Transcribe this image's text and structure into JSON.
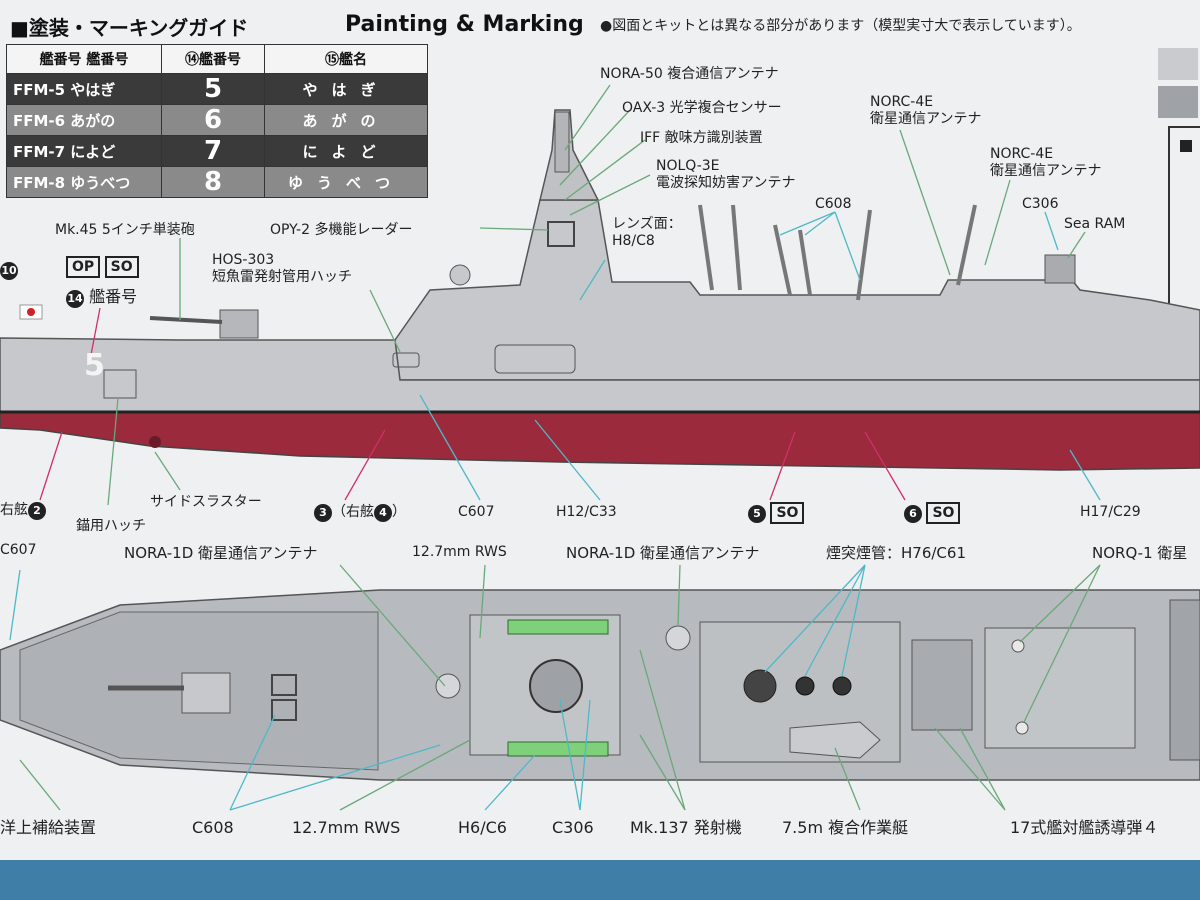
{
  "header": {
    "title_jp": "■塗装・マーキングガイド",
    "title_en": "Painting & Marking",
    "note": "●図面とキットとは異なる部分があります（模型実寸大で表示しています）。"
  },
  "table": {
    "headers": [
      "艦番号 艦番号",
      "⑭艦番号",
      "⑮艦名"
    ],
    "rows": [
      {
        "code": "FFM-5 やはぎ",
        "number": "5",
        "name": "やはぎ"
      },
      {
        "code": "FFM-6 あがの",
        "number": "6",
        "name": "あがの"
      },
      {
        "code": "FFM-7 によど",
        "number": "7",
        "name": "によど"
      },
      {
        "code": "FFM-8 ゆうべつ",
        "number": "8",
        "name": "ゆうべつ"
      }
    ]
  },
  "side_labels": {
    "mk45": "Mk.45 5インチ単装砲",
    "badge10": "10",
    "op_badge": "OP",
    "so": "SO",
    "badge14_text": "艦番号",
    "badge14_num": "14",
    "hos303": "HOS-303\n短魚雷発射管用ハッチ",
    "opy2": "OPY-2 多機能レーダー",
    "nora50": "NORA-50 複合通信アンテナ",
    "oax3": "OAX-3 光学複合センサー",
    "iff": "IFF 敵味方識別装置",
    "nolq3e": "NOLQ-3E\n電波探知妨害アンテナ",
    "lens": "レンズ面：\nH8/C8",
    "c608_top": "C608",
    "norc4e_1": "NORC-4E\n衛星通信アンテナ",
    "norc4e_2": "NORC-4E\n衛星通信アンテナ",
    "c306_top": "C306",
    "searam": "Sea RAM",
    "hull_number": "5",
    "side_thruster": "サイドスラスター",
    "anchor_hatch": "錨用ハッチ",
    "starboard_2": "右舷",
    "badge2": "2",
    "badge3": "3",
    "starboard_paren": "（右舷",
    "badge4": "4",
    "paren_close": "）",
    "c607_a": "C607",
    "c607_b": "C607",
    "h12c33": "H12/C33",
    "badge5": "5",
    "badge6": "6",
    "h17c29": "H17/C29"
  },
  "top_labels": {
    "nora1d_a": "NORA-1D 衛星通信アンテナ",
    "rws_a": "12.7mm RWS",
    "nora1d_b": "NORA-1D 衛星通信アンテナ",
    "funnel": "煙突煙管：H76/C61",
    "norq1": "NORQ-1 衛星",
    "replenish": "洋上補給装置",
    "c608_bottom": "C608",
    "rws_b": "12.7mm RWS",
    "h6c6": "H6/C6",
    "c306_bottom": "C306",
    "mk137": "Mk.137 発射機",
    "boat": "7.5m 複合作業艇",
    "ssm17": "17式艦対艦誘導弾４"
  },
  "colors": {
    "hull_gray": "#c6c8cb",
    "hull_red": "#9a2a3c",
    "deck_gray": "#b7bbbf",
    "leader_cyan": "#4fb8c8",
    "leader_green": "#6aa87a",
    "leader_pink": "#d0306a",
    "green_panel": "#7fd07a"
  }
}
